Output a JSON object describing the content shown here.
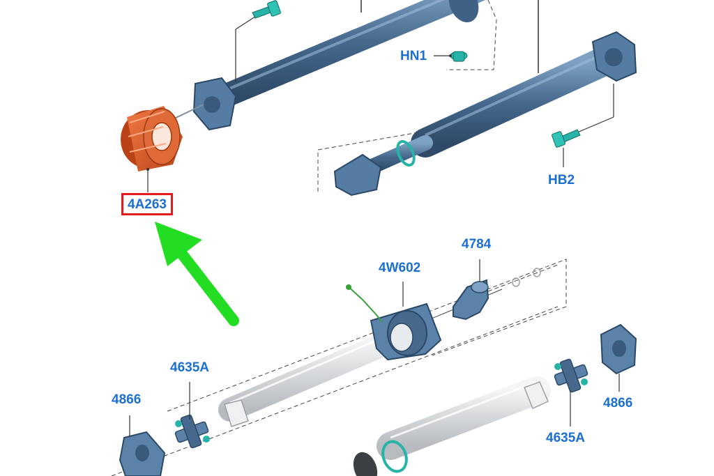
{
  "diagram": {
    "labels": {
      "hn1": "HN1",
      "hb2": "HB2",
      "p4a263": "4A263",
      "p4784": "4784",
      "p4w602": "4W602",
      "p4635a_left": "4635A",
      "p4866_left": "4866",
      "p4866_right": "4866",
      "p4635a_right": "4635A"
    },
    "highlighted_part": "4A263",
    "colors": {
      "label": "#1a6fd1",
      "highlight_box": "#e41b1b",
      "arrow": "#22dd22",
      "shaft_blue": "#4a6f93",
      "damper_orange": "#d4582a",
      "bolt_teal": "#27b3a7",
      "shaft_gray": "#d6d9dc"
    }
  }
}
